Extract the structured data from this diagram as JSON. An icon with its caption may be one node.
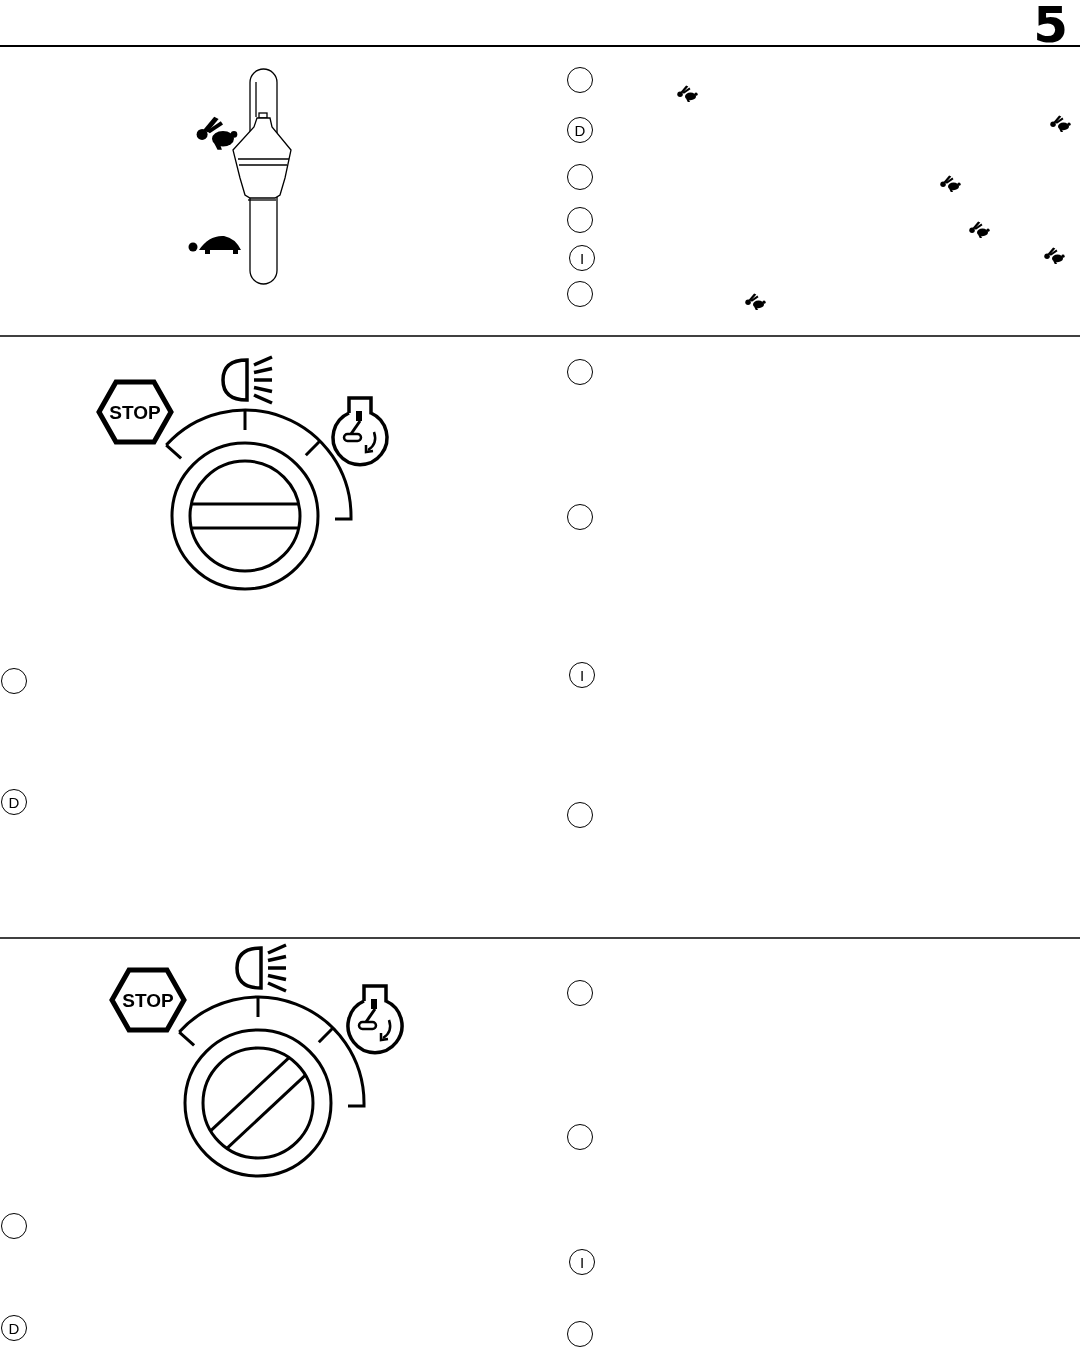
{
  "diagram": {
    "nodes": [
      {
        "text": [],
        "shape": "circle"
      },
      {
        "text": [
          "D"
        ]
      },
      {
        "text": [],
        "shape": "circle"
      },
      {
        "text": [],
        "shape": "circle"
      },
      {
        "text": [
          "I"
        ]
      },
      {
        "text": [],
        "shape": "circle"
      },
      {
        "text": [
          "STOP"
        ]
      },
      {
        "text": [],
        "shape": "circle"
      },
      {
        "text": [
          "D"
        ]
      },
      {
        "text": [],
        "shape": "circle"
      },
      {
        "text": [],
        "shape": "circle"
      },
      {
        "text": [
          "I"
        ]
      },
      {
        "text": [],
        "shape": "circle"
      },
      {
        "text": [
          "STOP"
        ]
      },
      {
        "text": [],
        "shape": "circle"
      },
      {
        "text": [
          "D"
        ]
      },
      {
        "text": [],
        "shape": "circle"
      },
      {
        "text": [],
        "shape": "circle"
      },
      {
        "text": [
          "I"
        ]
      },
      {
        "text": [],
        "shape": "circle"
      }
    ],
    "labels": [
      "5"
    ]
  }
}
